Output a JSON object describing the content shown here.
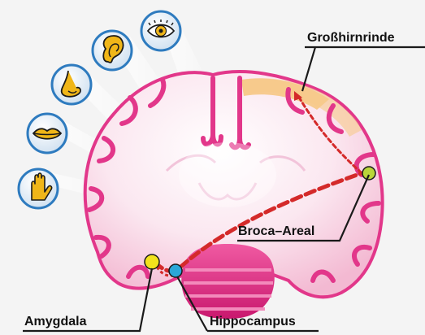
{
  "labels": {
    "cortex": "Großhirnrinde",
    "broca": "Broca–Areal",
    "amygdala": "Amygdala",
    "hippocampus": "Hippocampus"
  },
  "senses": [
    {
      "name": "eye-icon"
    },
    {
      "name": "ear-icon"
    },
    {
      "name": "nose-icon"
    },
    {
      "name": "mouth-icon"
    },
    {
      "name": "hand-icon"
    }
  ],
  "colors": {
    "background": "#f4f4f4",
    "brain_fill": "#f7d3e4",
    "brain_edge": "#e2378a",
    "cortex_highlight": "#f7c98a",
    "icon_ring": "#2e7bbf",
    "icon_fill": "#f0b618",
    "pathway": "#d42a2a",
    "amygdala": "#f2e21c",
    "hippocampus": "#2aa7d8",
    "broca_marker": "#b9d63a",
    "leader_line": "#1a1a1a"
  }
}
